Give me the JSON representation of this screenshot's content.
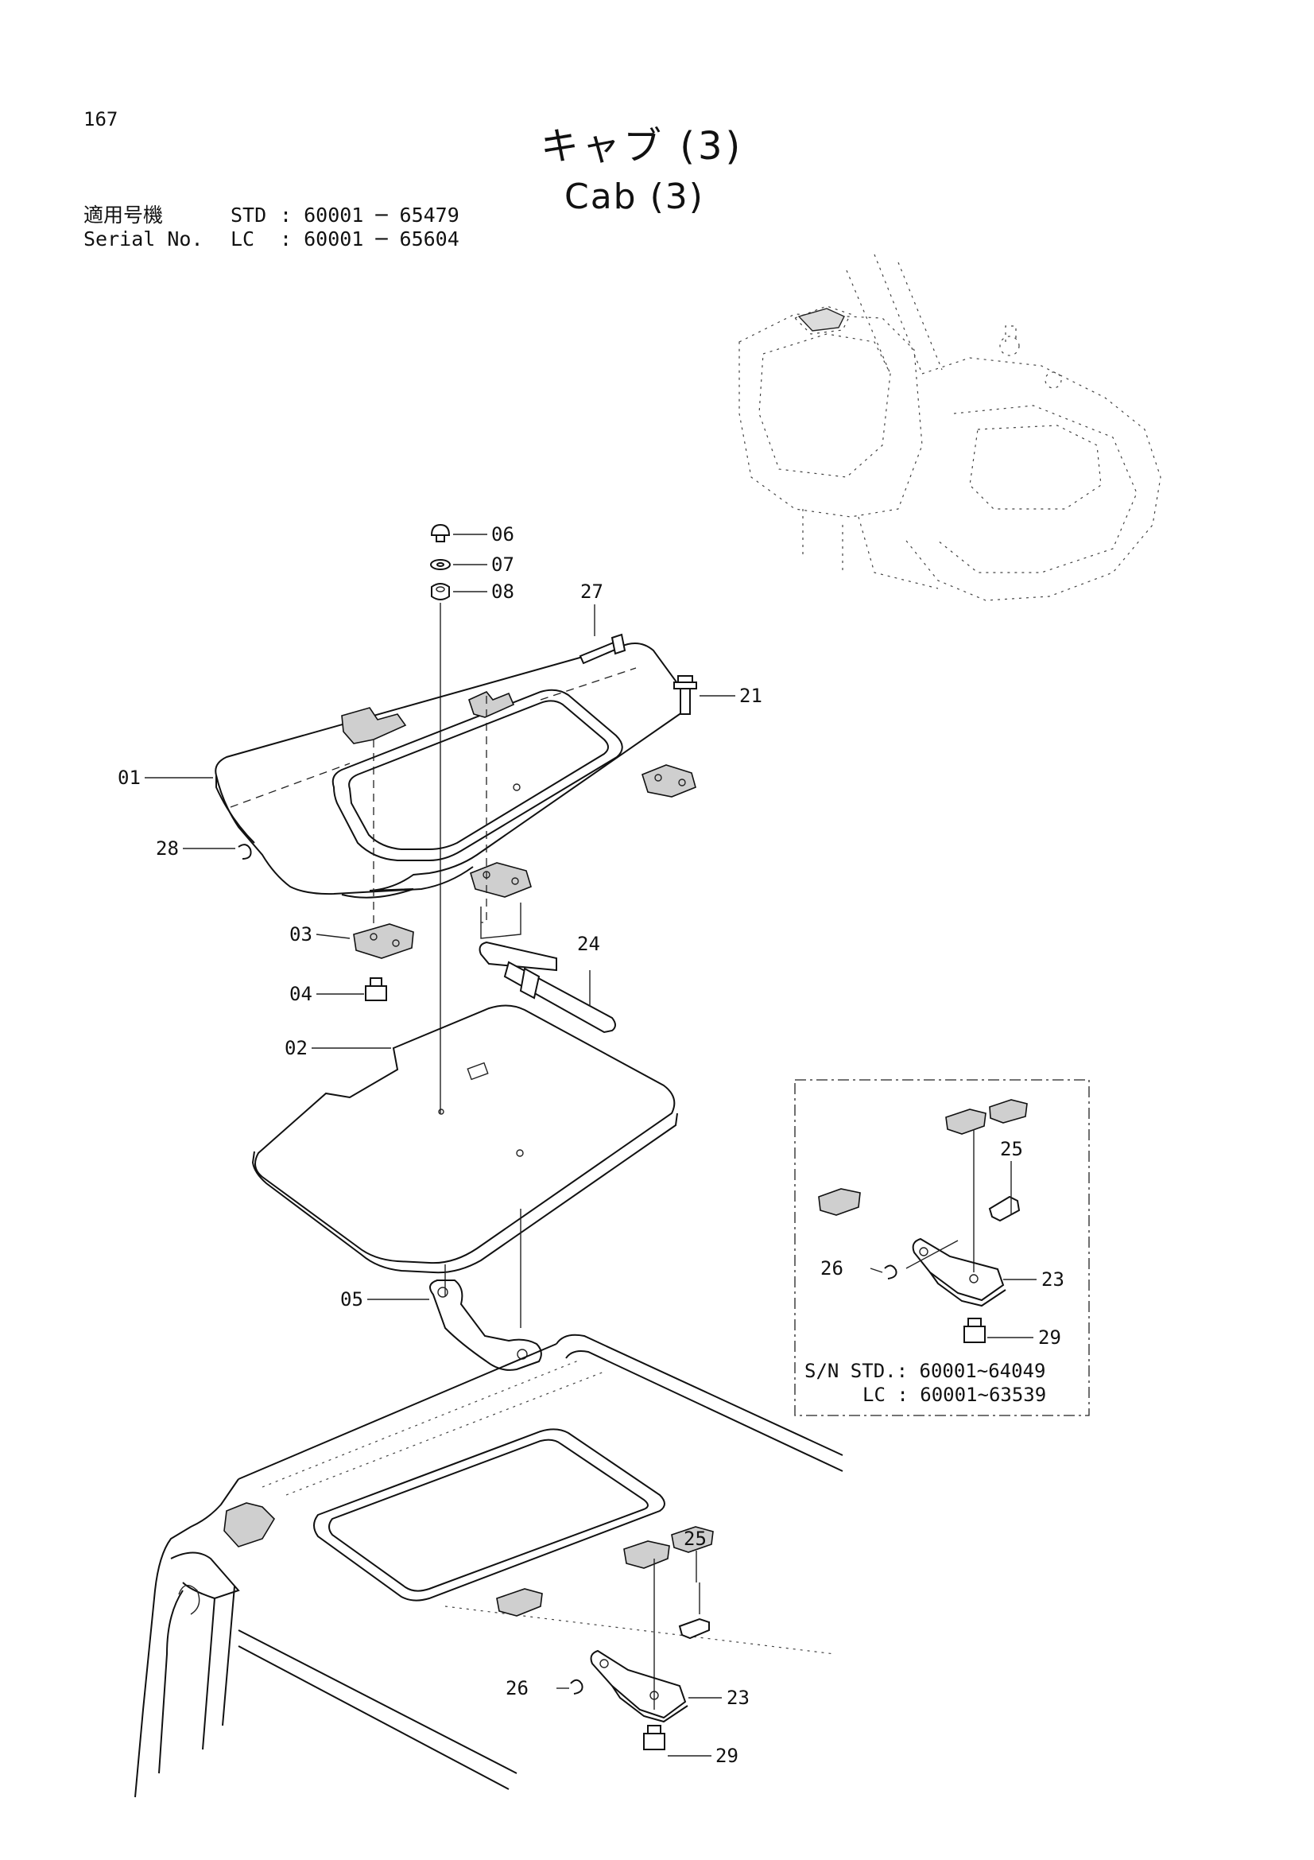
{
  "page_number": "167",
  "title_jp": "キャブ (3)",
  "title_en": "Cab (3)",
  "serial": {
    "label_jp": "適用号機",
    "label_en": "Serial No.",
    "std_label": "STD",
    "std_range": ": 60001 ─ 65479",
    "lc_label": "LC",
    "lc_range": ": 60001 ─ 65604"
  },
  "callouts": {
    "p01": "01",
    "p02": "02",
    "p03": "03",
    "p04": "04",
    "p05": "05",
    "p06": "06",
    "p07": "07",
    "p08": "08",
    "p21": "21",
    "p23": "23",
    "p24": "24",
    "p25": "25",
    "p26": "26",
    "p27": "27",
    "p28": "28",
    "p29": "29"
  },
  "inset": {
    "callouts": {
      "p23": "23",
      "p25": "25",
      "p26": "26",
      "p29": "29"
    },
    "note_line1": "S/N STD.: 60001~64049",
    "note_line2": "LC  : 60001~63539"
  }
}
